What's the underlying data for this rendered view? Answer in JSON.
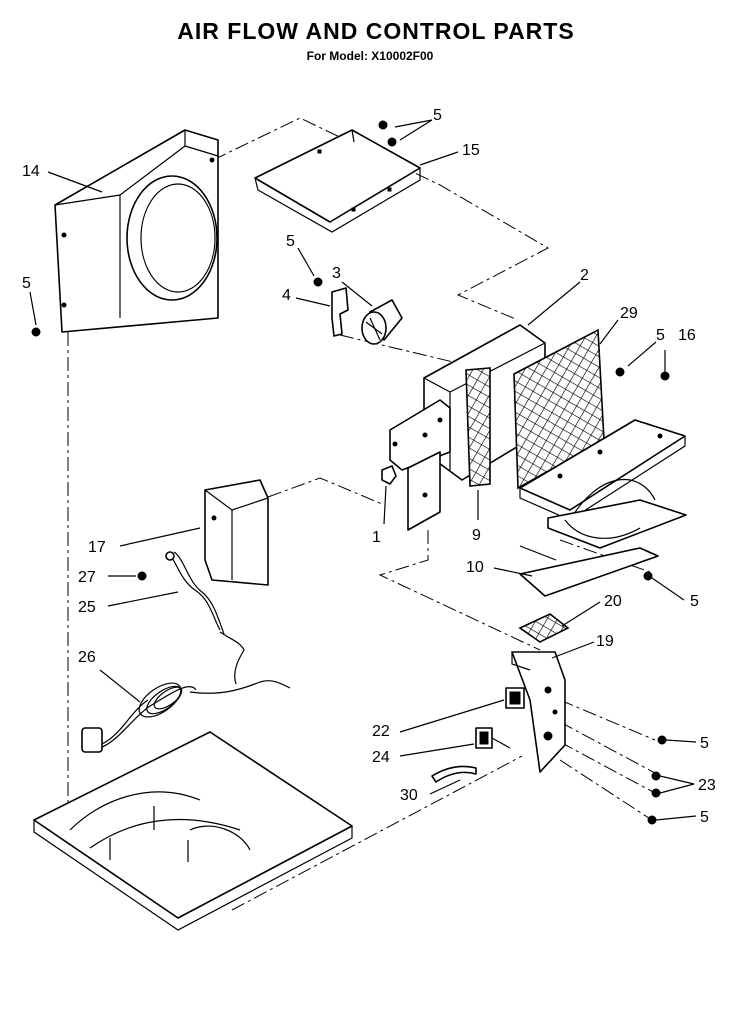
{
  "title": "AIR FLOW AND CONTROL PARTS",
  "subtitle": "For Model: X10002F00",
  "callouts": {
    "c1": "1",
    "c2": "2",
    "c3": "3",
    "c4": "4",
    "c5a": "5",
    "c5b": "5",
    "c5c": "5",
    "c5d": "5",
    "c5e": "5",
    "c5f": "5",
    "c5g": "5",
    "c9": "9",
    "c10": "10",
    "c14": "14",
    "c15": "15",
    "c16": "16",
    "c17": "17",
    "c19": "19",
    "c20": "20",
    "c22": "22",
    "c23": "23",
    "c24": "24",
    "c25": "25",
    "c26": "26",
    "c27": "27",
    "c29": "29",
    "c30": "30"
  }
}
